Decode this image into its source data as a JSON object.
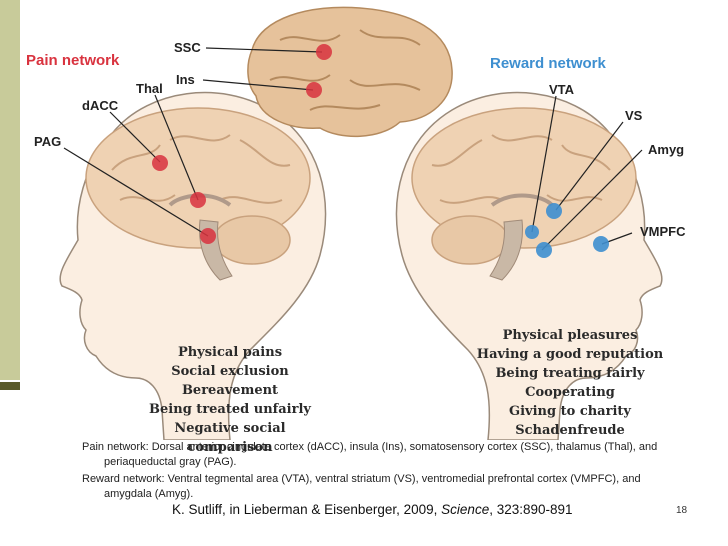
{
  "figure": {
    "pain_title": "Pain network",
    "reward_title": "Reward network",
    "pain_regions": [
      "SSC",
      "Ins",
      "Thal",
      "dACC",
      "PAG"
    ],
    "reward_regions": [
      "VTA",
      "VS",
      "Amyg",
      "VMPFC"
    ],
    "pain_list": [
      "Physical pains",
      "Social exclusion",
      "Bereavement",
      "Being treated unfairly",
      "Negative social comparison"
    ],
    "reward_list": [
      "Physical pleasures",
      "Having a good reputation",
      "Being treating fairly",
      "Cooperating",
      "Giving to charity",
      "Schadenfreude"
    ],
    "colors": {
      "pain": "#d9333f",
      "reward": "#3e8fd0",
      "brain": "#efd2b3",
      "skin": "#fbeee1"
    }
  },
  "caption": {
    "pain": "Pain network: Dorsal anterior cingulate cortex (dACC), insula (Ins), somatosensory cortex (SSC), thalamus (Thal), and periaqueductal gray (PAG).",
    "reward": "Reward network: Ventral tegmental area (VTA), ventral striatum (VS), ventromedial prefrontal cortex (VMPFC), and amygdala (Amyg)."
  },
  "citation": {
    "prefix": "K. Sutliff, in Lieberman & Eisenberger, 2009, ",
    "journal": "Science",
    "suffix": ", 323:890-891"
  },
  "slide_number": "18"
}
